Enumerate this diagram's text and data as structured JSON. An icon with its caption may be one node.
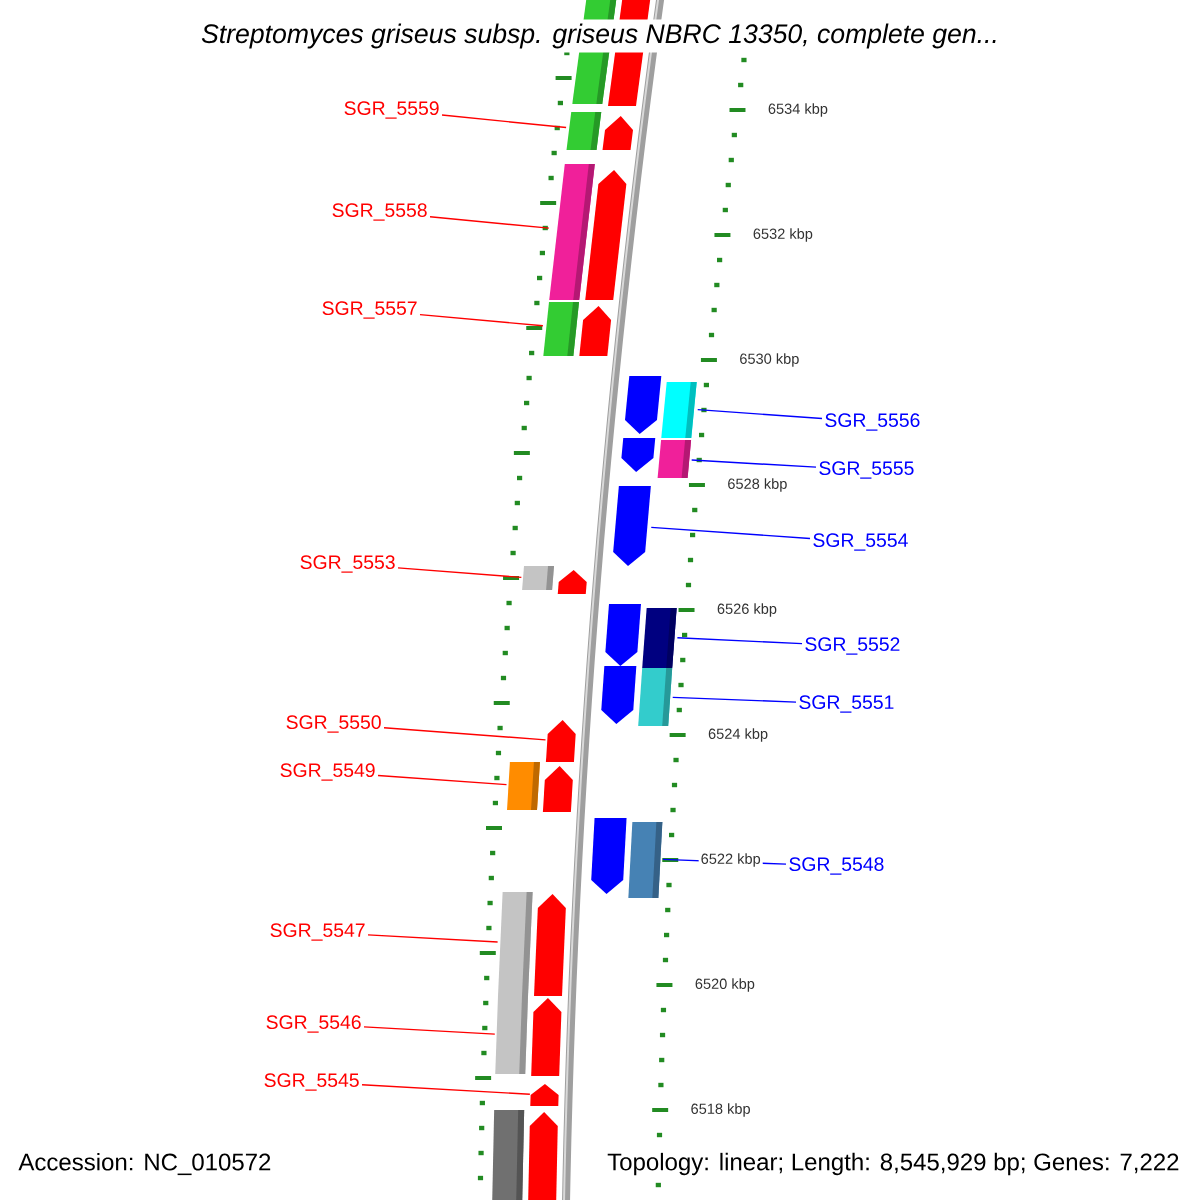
{
  "diagram": {
    "title": "Streptomyces griseus subsp. griseus NBRC 13350, complete gen...",
    "nodes": [
      {
        "text": [
          "SGR_5559"
        ]
      },
      {
        "text": [
          "SGR_5558"
        ]
      },
      {
        "text": [
          "SGR_5557"
        ]
      },
      {
        "text": [
          "SGR_5556"
        ]
      },
      {
        "text": [
          "SGR_5555"
        ]
      },
      {
        "text": [
          "SGR_5554"
        ]
      },
      {
        "text": [
          "SGR_5553"
        ]
      },
      {
        "text": [
          "SGR_5552"
        ]
      },
      {
        "text": [
          "SGR_5551"
        ]
      },
      {
        "text": [
          "SGR_5550"
        ]
      },
      {
        "text": [
          "SGR_5549"
        ]
      },
      {
        "text": [
          "SGR_5548"
        ]
      },
      {
        "text": [
          "SGR_5547"
        ]
      },
      {
        "text": [
          "SGR_5546"
        ]
      },
      {
        "text": [
          "SGR_5545"
        ]
      },
      {
        "text": [],
        "shape": "arrow"
      },
      {
        "text": [],
        "shape": "arrow"
      },
      {
        "text": [],
        "shape": "arrow"
      },
      {
        "text": [],
        "shape": "arrow"
      },
      {
        "text": [],
        "shape": "arrow"
      },
      {
        "text": [],
        "shape": "arrow"
      },
      {
        "text": [],
        "shape": "arrow"
      },
      {
        "text": [],
        "shape": "arrow"
      },
      {
        "text": [],
        "shape": "arrow"
      },
      {
        "text": [],
        "shape": "arrow"
      },
      {
        "text": [],
        "shape": "arrow"
      },
      {
        "text": [],
        "shape": "arrow"
      },
      {
        "text": [],
        "shape": "arrow"
      },
      {
        "text": [],
        "shape": "arrow"
      },
      {
        "text": [],
        "shape": "arrow"
      },
      {
        "text": [],
        "shape": "arrow"
      },
      {
        "text": [],
        "shape": "arrow"
      }
    ],
    "edges": [
      {
        "from": 0,
        "to": 16,
        "arrow": "none"
      },
      {
        "from": 1,
        "to": 17,
        "arrow": "none"
      },
      {
        "from": 2,
        "to": 18,
        "arrow": "none"
      },
      {
        "from": 3,
        "to": 19,
        "arrow": "none",
        "color": "#0000ff"
      },
      {
        "from": 4,
        "to": 20,
        "arrow": "none",
        "color": "#0000ff"
      },
      {
        "from": 5,
        "to": 21,
        "arrow": "none",
        "color": "#0000ff"
      },
      {
        "from": 6,
        "to": 22,
        "arrow": "none"
      },
      {
        "from": 7,
        "to": 23,
        "arrow": "none",
        "color": "#0000ff"
      },
      {
        "from": 8,
        "to": 24,
        "arrow": "none",
        "color": "#0000ff"
      },
      {
        "from": 9,
        "to": 25,
        "arrow": "none"
      },
      {
        "from": 10,
        "to": 26,
        "arrow": "none"
      },
      {
        "from": 11,
        "to": 27,
        "arrow": "none",
        "color": "#0000ff"
      },
      {
        "from": 12,
        "to": 28,
        "arrow": "none"
      },
      {
        "from": 13,
        "to": 29,
        "arrow": "none"
      },
      {
        "from": 14,
        "to": 30,
        "arrow": "none"
      }
    ],
    "labels": [
      "6534 kbp",
      "6532 kbp",
      "6530 kbp",
      "6528 kbp",
      "6526 kbp",
      "6524 kbp",
      "6522 kbp",
      "6520 kbp",
      "6518 kbp",
      "Accession: NC_010572",
      "Topology: linear; Length: 8,545,929 bp; Genes: 7,222"
    ]
  }
}
